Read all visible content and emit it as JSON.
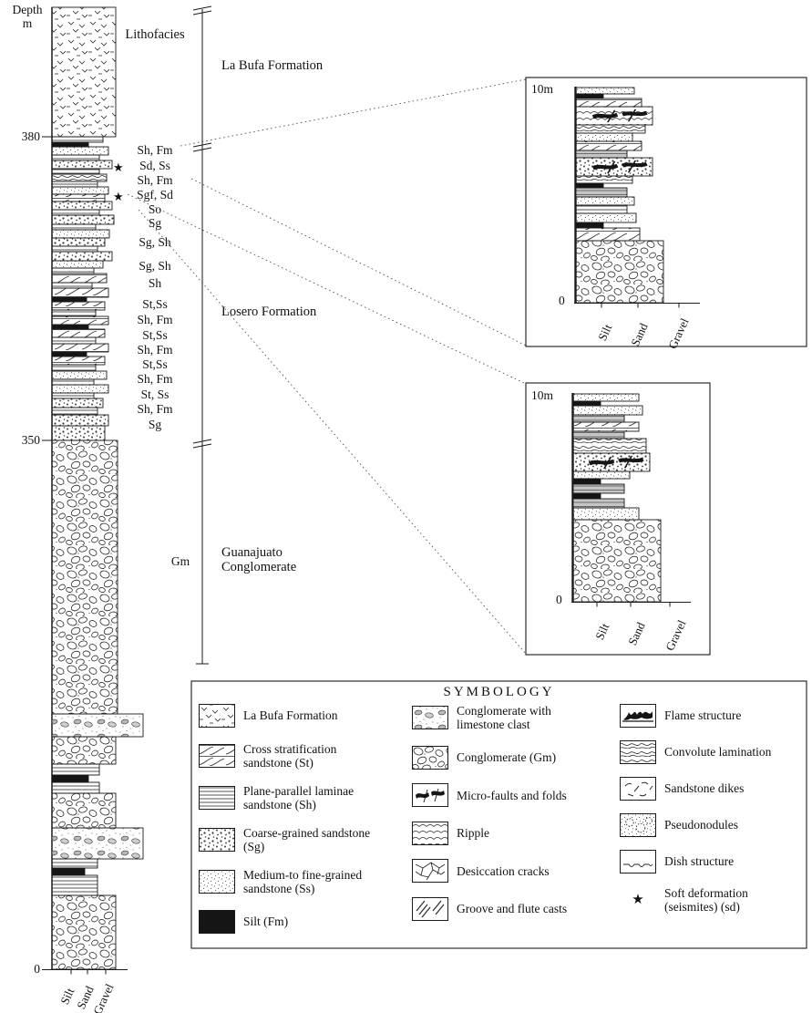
{
  "depth_axis": {
    "title_line1": "Depth",
    "title_line2": "m",
    "ticks": [
      "380",
      "350",
      "0"
    ]
  },
  "grain_labels": [
    "Silt",
    "Sand",
    "Gravel"
  ],
  "column": {
    "lithofacies_header": "Lithofacies",
    "labels": [
      "Sh, Fm",
      "Sd, Ss",
      "Sh, Fm",
      "Sgf, Sd",
      "So",
      "Sg",
      "Sg, Sh",
      "Sg, Sh",
      "Sh",
      "St,Ss",
      "Sh, Fm",
      "St,Ss",
      "Sh, Fm",
      "St,Ss",
      "Sh, Fm",
      "St, Ss",
      "Sh, Fm",
      "Sg",
      "Gm"
    ]
  },
  "formations": [
    "La Bufa Formation",
    "Losero Formation",
    "Guanajuato Conglomerate"
  ],
  "insets": [
    {
      "scale_top": "10m",
      "scale_bottom": "0",
      "grain_labels": [
        "Silt",
        "Sand",
        "Gravel"
      ]
    },
    {
      "scale_top": "10m",
      "scale_bottom": "0",
      "grain_labels": [
        "Silt",
        "Sand",
        "Gravel"
      ]
    }
  ],
  "legend": {
    "title": "SYMBOLOGY",
    "columns": [
      {
        "items": [
          {
            "label": "La Bufa Formation"
          },
          {
            "label": "Cross stratification sandstone (St)"
          },
          {
            "label": "Plane-parallel laminae sandstone (Sh)"
          },
          {
            "label": "Coarse-grained sandstone (Sg)"
          },
          {
            "label": "Medium-to fine-grained sandstone (Ss)"
          },
          {
            "label": "Silt (Fm)"
          }
        ]
      },
      {
        "items": [
          {
            "label": "Conglomerate with limestone clast"
          },
          {
            "label": "Conglomerate (Gm)"
          },
          {
            "label": "Micro-faults and folds"
          },
          {
            "label": "Ripple"
          },
          {
            "label": "Desiccation cracks"
          },
          {
            "label": "Groove and flute casts"
          }
        ]
      },
      {
        "items": [
          {
            "label": "Flame structure"
          },
          {
            "label": "Convolute lamination"
          },
          {
            "label": "Sandstone dikes"
          },
          {
            "label": "Pseudonodules"
          },
          {
            "label": "Dish structure"
          },
          {
            "label": "Soft deformation (seismites) (sd)"
          }
        ]
      }
    ]
  },
  "icons": {
    "star": "★"
  },
  "colors": {
    "ink": "#1a1a1a",
    "silt_fill": "#151515",
    "gray_laminae": "#c6c6c6"
  }
}
